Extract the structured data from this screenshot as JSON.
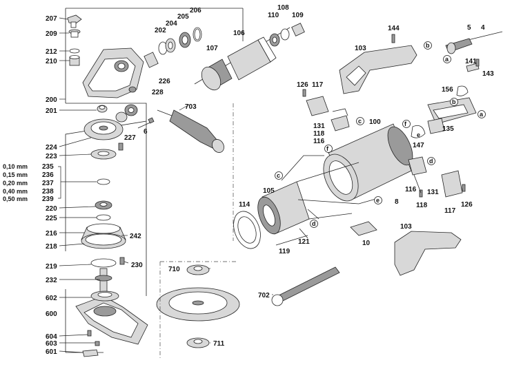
{
  "labels": {
    "l207": "207",
    "l209": "209",
    "l212": "212",
    "l210": "210",
    "l200": "200",
    "l201": "201",
    "l202": "202",
    "l204": "204",
    "l205": "205",
    "l206": "206",
    "l106": "106",
    "l107": "107",
    "l108": "108",
    "l110": "110",
    "l109": "109",
    "l226": "226",
    "l228": "228",
    "l703": "703",
    "l6": "6",
    "l227": "227",
    "l224": "224",
    "l223": "223",
    "l220": "220",
    "l225": "225",
    "l216": "216",
    "l218": "218",
    "l242": "242",
    "l219": "219",
    "l230": "230",
    "l232": "232",
    "l602": "602",
    "l600": "600",
    "l604": "604",
    "l603": "603",
    "l601": "601",
    "l710": "710",
    "l711": "711",
    "l702": "702",
    "l144": "144",
    "l103a": "103",
    "l5": "5",
    "l4": "4",
    "l141": "141",
    "l143": "143",
    "l156": "156",
    "l135": "135",
    "l126a": "126",
    "l117a": "117",
    "l131a": "131",
    "l118a": "118",
    "l116a": "116",
    "l100": "100",
    "l147": "147",
    "l105": "105",
    "l114": "114",
    "l121": "121",
    "l119": "119",
    "l10": "10",
    "l8": "8",
    "l116b": "116",
    "l131b": "131",
    "l118b": "118",
    "l117b": "117",
    "l126b": "126",
    "l103b": "103"
  },
  "shims": [
    {
      "thickness": "0,10 mm",
      "part": "235"
    },
    {
      "thickness": "0,15 mm",
      "part": "236"
    },
    {
      "thickness": "0,20 mm",
      "part": "237"
    },
    {
      "thickness": "0,40 mm",
      "part": "238"
    },
    {
      "thickness": "0,50 mm",
      "part": "239"
    }
  ],
  "connectors": {
    "a1": "a",
    "a2": "a",
    "b1": "b",
    "b2": "b",
    "c1": "c",
    "c2": "c",
    "d1": "d",
    "d2": "d",
    "e1": "e",
    "e2": "e",
    "f1": "f",
    "f2": "f"
  }
}
